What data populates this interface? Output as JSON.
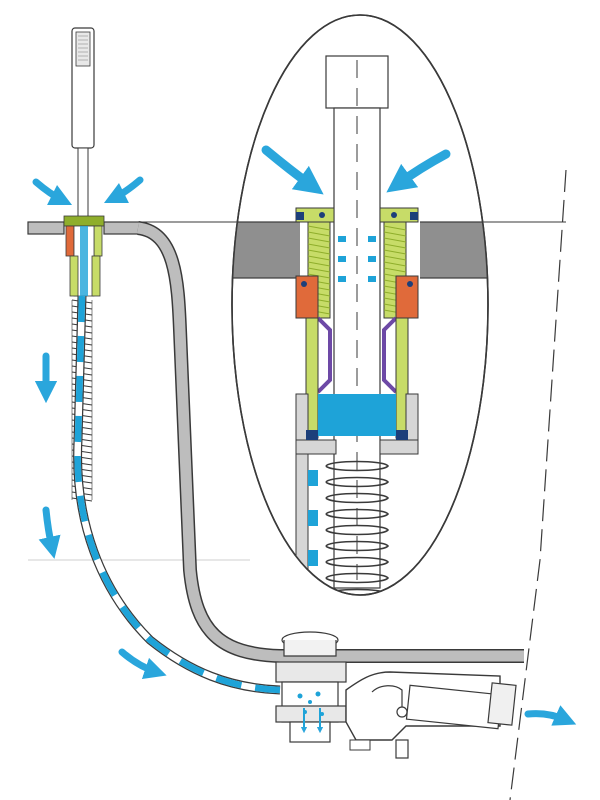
{
  "diagram": {
    "kind": "bath-overflow-drain-with-pull-out-hand-shower",
    "colors": {
      "outline": "#3a3a3a",
      "tub_gray": "#bdbdbd",
      "deck_gray": "#8f8f8f",
      "pipe_fill": "#d6d6d6",
      "water_blue": "#1ea3d8",
      "arrow_blue": "#2aa6dc",
      "lime": "#c7dc68",
      "lime_dark": "#8fae2b",
      "orange": "#e06a3a",
      "purple": "#6d49a6",
      "navy": "#1c3f7a",
      "white": "#ffffff"
    },
    "callout": "magnified-cutaway-of-deck-mounted-shower-seal",
    "flow_arrows": 7
  }
}
